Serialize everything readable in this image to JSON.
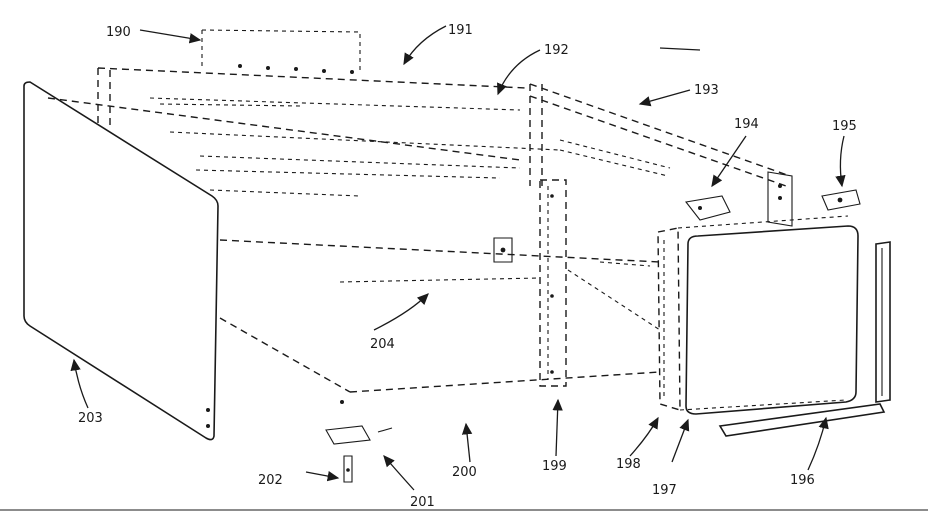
{
  "diagram": {
    "type": "exploded-parts-drawing",
    "callouts": [
      {
        "id": "c190",
        "label": "190"
      },
      {
        "id": "c191",
        "label": "191"
      },
      {
        "id": "c192",
        "label": "192"
      },
      {
        "id": "c193",
        "label": "193"
      },
      {
        "id": "c194",
        "label": "194"
      },
      {
        "id": "c195",
        "label": "195"
      },
      {
        "id": "c196",
        "label": "196"
      },
      {
        "id": "c197",
        "label": "197"
      },
      {
        "id": "c198",
        "label": "198"
      },
      {
        "id": "c199",
        "label": "199"
      },
      {
        "id": "c200",
        "label": "200"
      },
      {
        "id": "c201",
        "label": "201"
      },
      {
        "id": "c202",
        "label": "202"
      },
      {
        "id": "c203",
        "label": "203"
      },
      {
        "id": "c204",
        "label": "204"
      }
    ]
  }
}
